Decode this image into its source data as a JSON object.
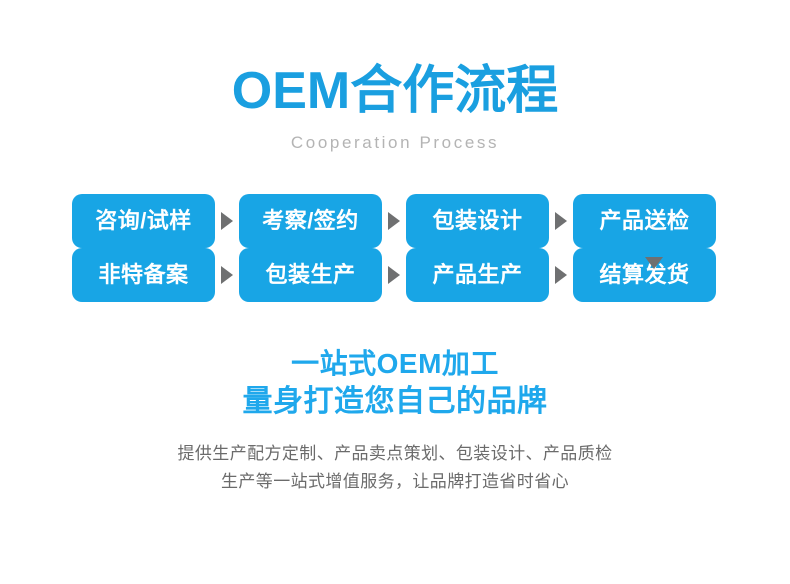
{
  "header": {
    "title": "OEM合作流程",
    "subtitle": "Cooperation Process",
    "title_color": "#1A9FE0",
    "subtitle_color": "#b4b4b4"
  },
  "flow": {
    "box_color": "#18A5E5",
    "box_text_color": "#FFFFFF",
    "arrow_color": "#6F7071",
    "right_arrow_icon": "triangle-right-icon",
    "down_arrow_icon": "triangle-down-icon",
    "rows": [
      {
        "steps": [
          {
            "label": "咨询/试样"
          },
          {
            "label": "考察/签约"
          },
          {
            "label": "包装设计"
          },
          {
            "label": "产品送检"
          }
        ]
      },
      {
        "steps": [
          {
            "label": "非特备案"
          },
          {
            "label": "包装生产"
          },
          {
            "label": "产品生产"
          },
          {
            "label": "结算发货"
          }
        ]
      }
    ]
  },
  "footer": {
    "headline_line1": "一站式OEM加工",
    "headline_line2": "量身打造您自己的品牌",
    "headline_color": "#1FA8EC",
    "desc_line1": "提供生产配方定制、产品卖点策划、包装设计、产品质检",
    "desc_line2": "生产等一站式增值服务，让品牌打造省时省心",
    "desc_color": "#6b6b6b"
  }
}
